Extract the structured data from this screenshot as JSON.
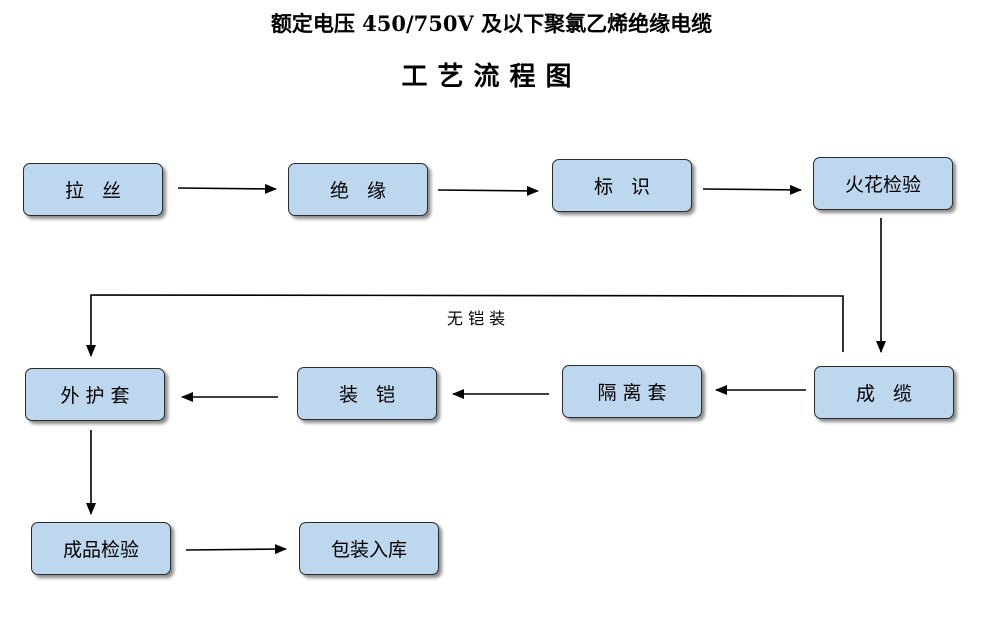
{
  "header": {
    "title": "额定电压 450/750V 及以下聚氯乙烯绝缘电缆",
    "subtitle": "工艺流程图"
  },
  "steps": {
    "drawing": "拉   丝",
    "insulation": "绝   缘",
    "marking": "标   识",
    "spark_test": "火花检验",
    "cabling": "成   缆",
    "separator": "隔 离 套",
    "armoring": "装   铠",
    "sheath": "外 护 套",
    "final_inspection": "成品检验",
    "packing": "包装入库"
  },
  "annotations": {
    "no_armor": "无 铠 装"
  }
}
